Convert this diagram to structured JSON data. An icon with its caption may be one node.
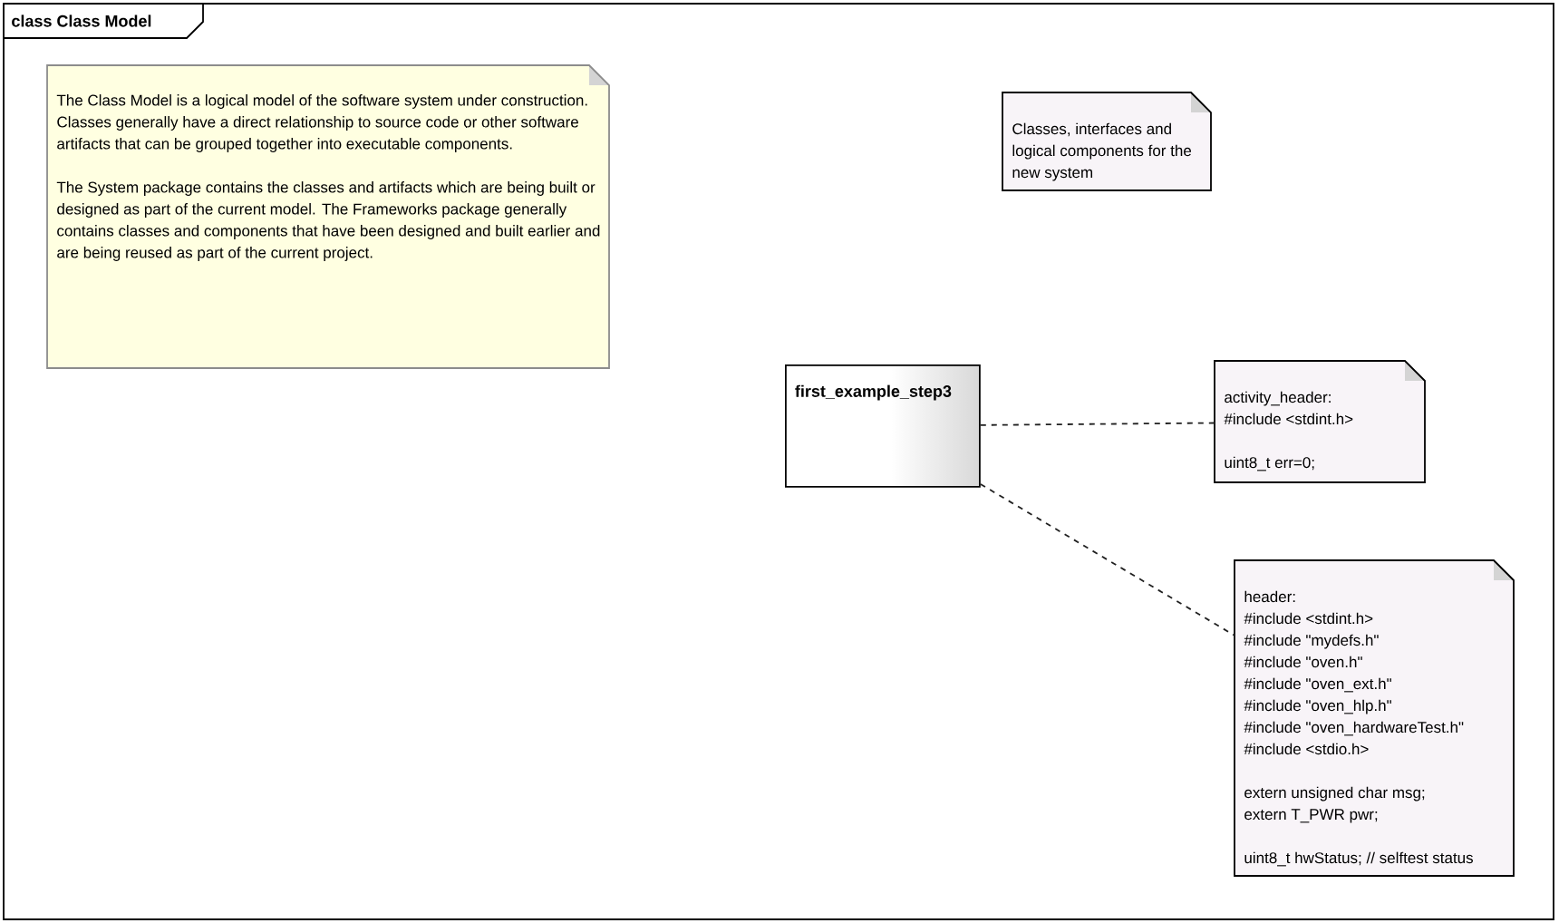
{
  "diagram": {
    "title": "class Class Model",
    "nodes": [
      {
        "text": [
          "The Class Model is a logical model of the software system under construction. Classes generally have a direct relationship to source code or other software artifacts that can be grouped together into executable components.",
          "The System package contains the classes and artifacts which are being built or designed as part of the current model. The Frameworks package generally contains classes and components that have been designed and built earlier and are being reused as part of the current project."
        ]
      },
      {
        "text": [
          "Classes, interfaces and logical components for the new system"
        ]
      },
      {
        "text": [
          "first_example_step3"
        ]
      },
      {
        "text": [
          "activity_header:",
          "#include <stdint.h>",
          "uint8_t err=0;"
        ]
      },
      {
        "text": [
          "header:",
          "#include <stdint.h>",
          "#include \"mydefs.h\"",
          "#include \"oven.h\"",
          "#include \"oven_ext.h\"",
          "#include \"oven_hlp.h\"",
          "#include \"oven_hardwareTest.h\"",
          "#include <stdio.h>",
          "extern unsigned char msg;",
          "extern T_PWR pwr;",
          "uint8_t hwStatus; // selftest status"
        ]
      }
    ],
    "edges": [
      {
        "from": 2,
        "to": 3,
        "arrow": "none",
        "style": "dashed"
      },
      {
        "from": 2,
        "to": 4,
        "arrow": "none",
        "style": "dashed"
      }
    ]
  }
}
